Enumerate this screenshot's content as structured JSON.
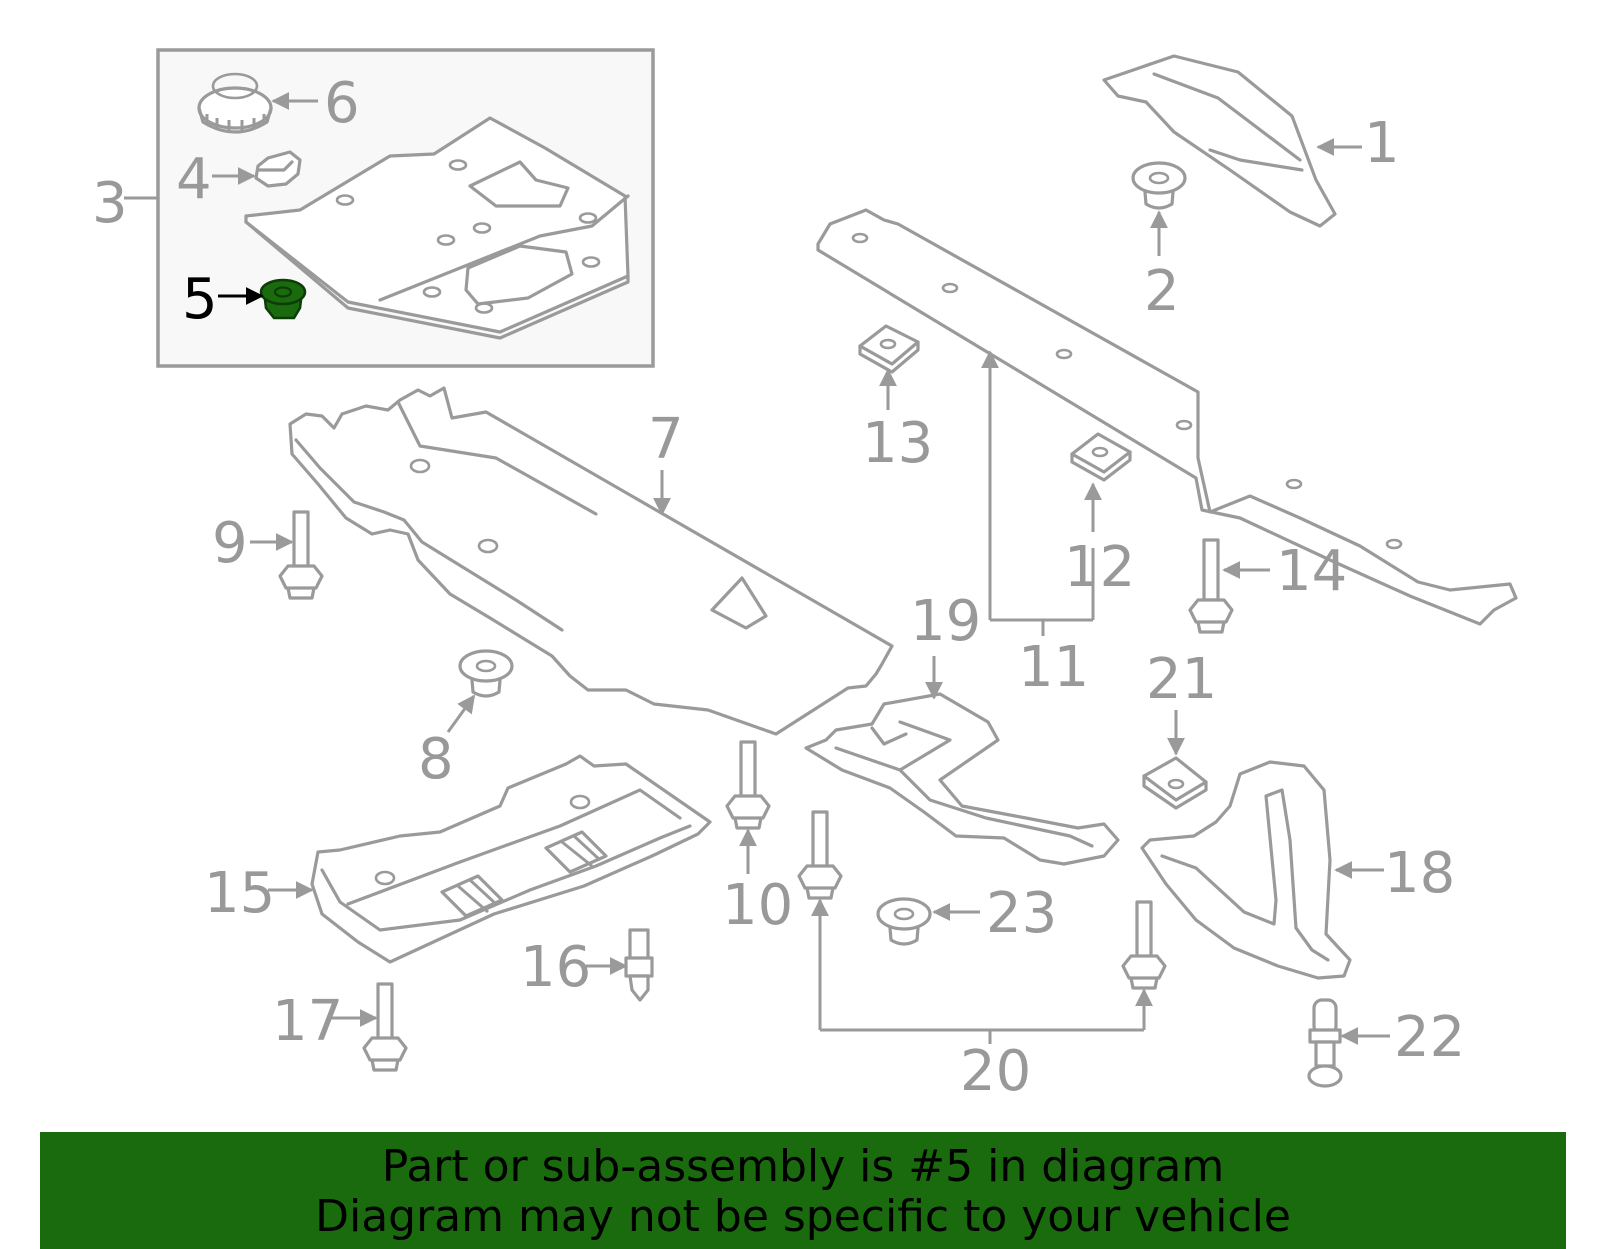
{
  "colors": {
    "highlight": "#1a6b0e",
    "parts": "#9a9a9a",
    "labels": "#999999",
    "box_fill": "#f8f8f8"
  },
  "callouts": {
    "c1": "1",
    "c2": "2",
    "c3": "3",
    "c4": "4",
    "c5": "5",
    "c6": "6",
    "c7": "7",
    "c8": "8",
    "c9": "9",
    "c10": "10",
    "c11": "11",
    "c12": "12",
    "c13": "13",
    "c14": "14",
    "c15": "15",
    "c16": "16",
    "c17": "17",
    "c18": "18",
    "c19": "19",
    "c20": "20",
    "c21": "21",
    "c22": "22",
    "c23": "23"
  },
  "highlighted_part": "5",
  "footer": {
    "line1": "Part or sub-assembly is #5 in diagram",
    "line2": "Diagram may not be specific to your vehicle"
  }
}
